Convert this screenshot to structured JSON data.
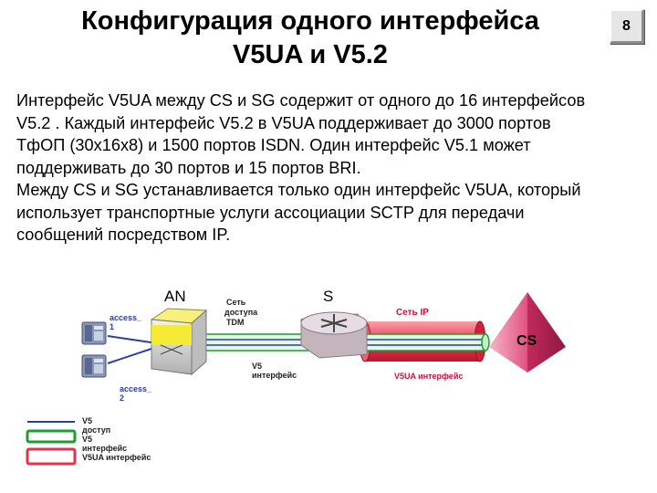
{
  "title": {
    "line1": "Конфигурация одного интерфейса",
    "line2": "V5UA и V5.2"
  },
  "page_number": "8",
  "body": {
    "paragraph1": [
      "Интерфейс V5UA между CS и SG содержит от одного до 16 интерфейсов",
      "V5.2 .  Каждый интерфейс V5.2 в V5UA поддерживает до 3000 портов",
      "ТфОП (30х16х8) и 1500 портов  ISDN. Один интерфейс V5.1 может",
      "поддерживать до 30 портов и 15 портов BRI."
    ],
    "paragraph2": [
      "Между CS и SG устанавливается только один интерфейс V5UA, который",
      "использует транспортные услуги ассоциации SCTP для передачи",
      "сообщений посредством IP."
    ]
  },
  "diagram": {
    "an_label": "AN",
    "s_label": "S",
    "access1": [
      "access_",
      "1"
    ],
    "access2": [
      "access_",
      "2"
    ],
    "tdm_network": [
      "Сеть",
      "доступа",
      "TDM"
    ],
    "v5_interface": [
      "V5",
      "интерфейс"
    ],
    "ip_network": "Сеть IP",
    "v5ua_interface": "V5UA интерфейс",
    "cs_label": "CS",
    "legend": {
      "access": [
        "V5",
        "доступ"
      ],
      "v5_interface": [
        "V5",
        "интерфейс"
      ],
      "v5ua_interface": "V5UA интерфейс"
    },
    "colors": {
      "access_line": "#2a3ea0",
      "v5_line": "#18a030",
      "v5ua_tube": "#e8304a",
      "cs_pyramid": "#d9336e"
    }
  }
}
